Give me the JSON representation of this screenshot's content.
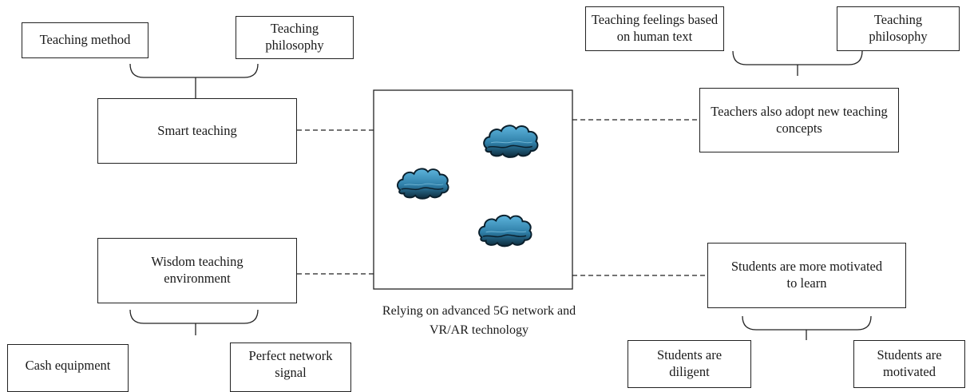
{
  "left": {
    "top_group": {
      "children": [
        "Teaching method",
        "Teaching philosophy"
      ],
      "parent": "Smart teaching"
    },
    "bottom_group": {
      "parent": "Wisdom teaching environment",
      "children": [
        "Cash equipment",
        "Perfect network signal"
      ]
    }
  },
  "center": {
    "caption": "Relying on advanced 5G network and VR/AR technology",
    "cloud_icon_count": 3,
    "cloud_colors": {
      "fill": "#2f7fa8",
      "dark": "#0d2a3a"
    }
  },
  "right": {
    "top_group": {
      "children": [
        "Teaching feelings based on human text",
        "Teaching philosophy"
      ],
      "parent": "Teachers also adopt new teaching concepts"
    },
    "bottom_group": {
      "parent": "Students are more motivated to learn",
      "children": [
        "Students are diligent",
        "Students are motivated"
      ]
    }
  }
}
